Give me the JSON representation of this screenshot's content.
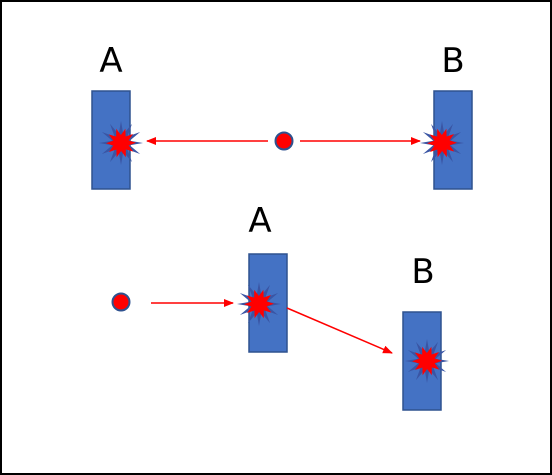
{
  "labels": {
    "top_left": "A",
    "top_right": "B",
    "bottom_left": "A",
    "bottom_right": "B"
  },
  "colors": {
    "block_fill": "#4472c4",
    "block_stroke": "#2f528f",
    "particle_fill": "#ff0000",
    "particle_stroke": "#2f528f",
    "arrow": "#ff0000",
    "burst_outer": "#3a55a4",
    "burst_inner": "#ff0000",
    "frame": "#000000"
  }
}
